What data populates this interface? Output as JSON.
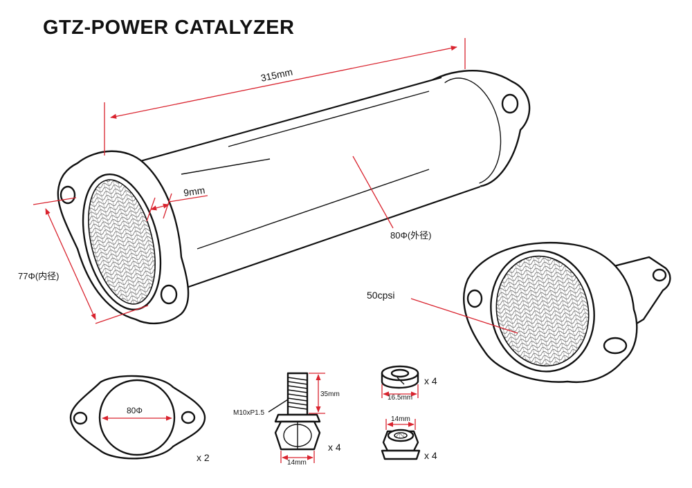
{
  "title": "GTZ-POWER CATALYZER",
  "labels": {
    "length": "315mm",
    "flange_thickness": "9mm",
    "outer_diameter": "80Φ(外径)",
    "inner_diameter": "77Φ(内径)",
    "cell_density": "50cpsi",
    "gasket_diameter": "80Φ",
    "gasket_qty": "x 2",
    "bolt_thread": "M10xP1.5",
    "bolt_length": "35mm",
    "bolt_hex": "14mm",
    "bolt_qty": "x 4",
    "washer_size": "16.5mm",
    "washer_qty": "x 4",
    "nut_size": "14mm",
    "nut_qty": "x 4"
  },
  "colors": {
    "dimension_line": "#d9232e",
    "outline": "#111111"
  }
}
